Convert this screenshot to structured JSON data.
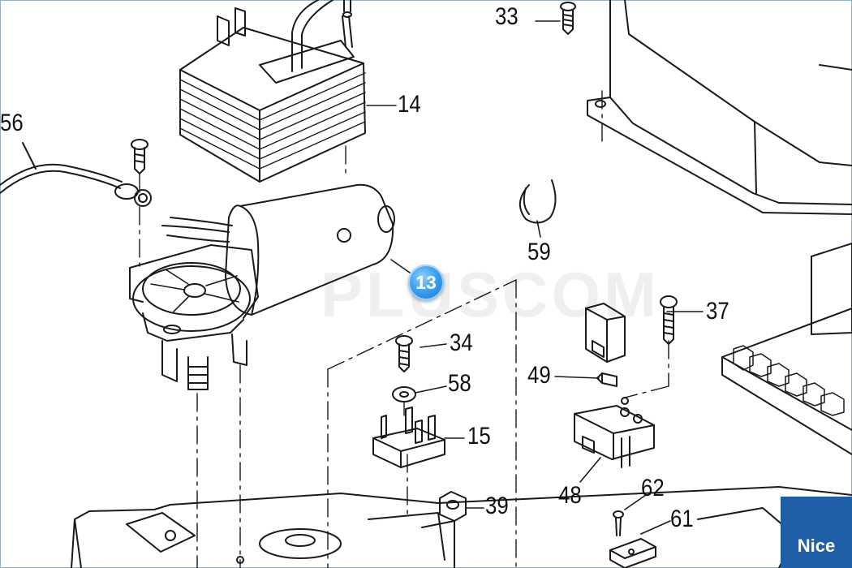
{
  "labels": {
    "l33": "33",
    "l14": "14",
    "l56": "56",
    "l59": "59",
    "l37": "37",
    "l34": "34",
    "l58": "58",
    "l49": "49",
    "l15": "15",
    "l39": "39",
    "l48": "48",
    "l62": "62",
    "l61": "61"
  },
  "hotspot": {
    "number": "13",
    "color": "#2f8ae8"
  },
  "watermark": {
    "text": "PLUSCOM"
  },
  "brand": {
    "logo": "Nice",
    "color": "#1f5fa8"
  }
}
